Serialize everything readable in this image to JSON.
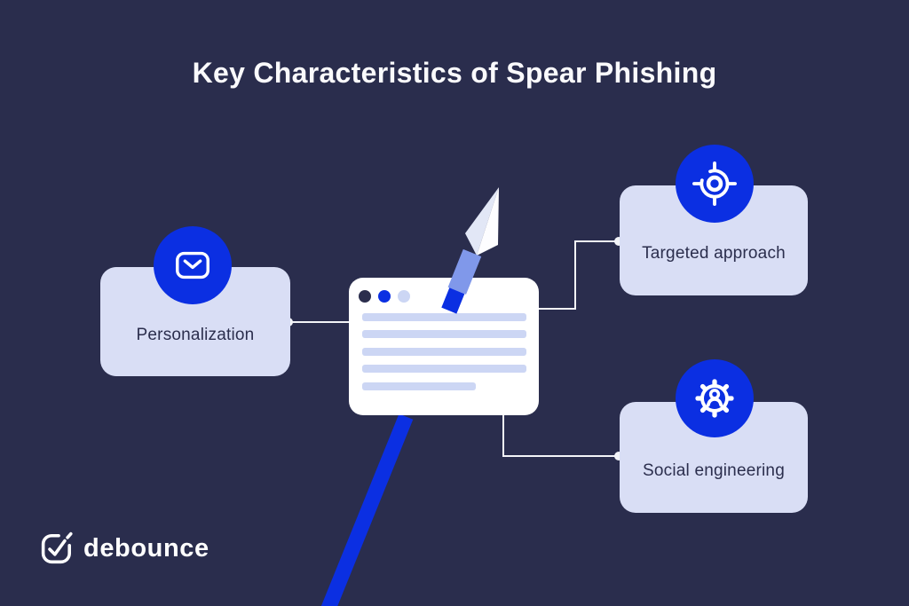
{
  "title": "Key Characteristics of Spear Phishing",
  "nodes": [
    {
      "label": "Personalization",
      "icon": "envelope-icon"
    },
    {
      "label": "Targeted approach",
      "icon": "target-icon"
    },
    {
      "label": "Social engineering",
      "icon": "gear-person-icon"
    }
  ],
  "illustration": {
    "description": "email window pierced by a spear",
    "window_dots": 3,
    "window_text_lines": 5
  },
  "brand": {
    "name": "debounce",
    "icon": "debounce-logo-icon"
  },
  "colors": {
    "background": "#2a2d4d",
    "accent_blue": "#0b2fe2",
    "card": "#d9def5",
    "navy_text": "#2b2e4d",
    "spear_shaft": "#8098ea",
    "connector": "#f3f4f8",
    "window": "#ffffff",
    "window_line": "#ccd6f4"
  }
}
